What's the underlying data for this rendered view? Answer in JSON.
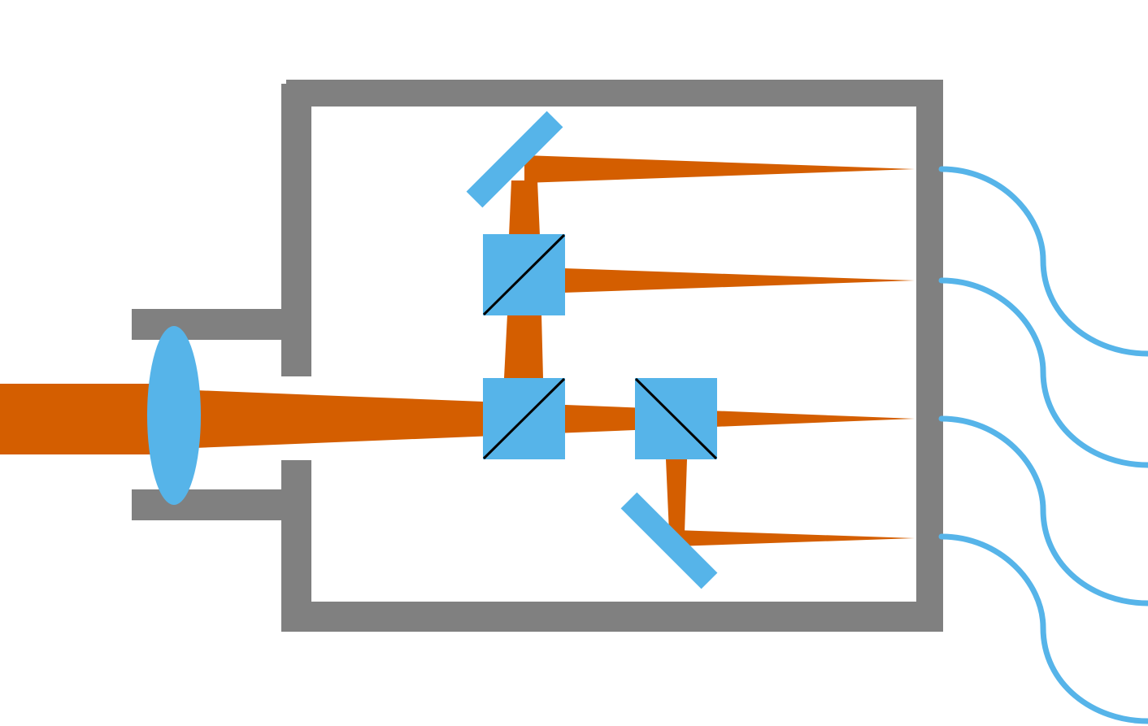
{
  "diagram": {
    "components": {
      "input_beam": "input-beam",
      "lens": "focusing-lens",
      "housing": "optical-housing",
      "beam_splitters": [
        "beam-splitter-center",
        "beam-splitter-upper",
        "beam-splitter-right"
      ],
      "mirrors": [
        "fold-mirror-upper",
        "fold-mirror-lower"
      ],
      "output_channels": 4,
      "fibers": 4
    },
    "colors": {
      "beam": "#d45e00",
      "optic": "#56b4e9",
      "housing": "#808080",
      "split_line": "#000000",
      "background": "#ffffff"
    }
  }
}
